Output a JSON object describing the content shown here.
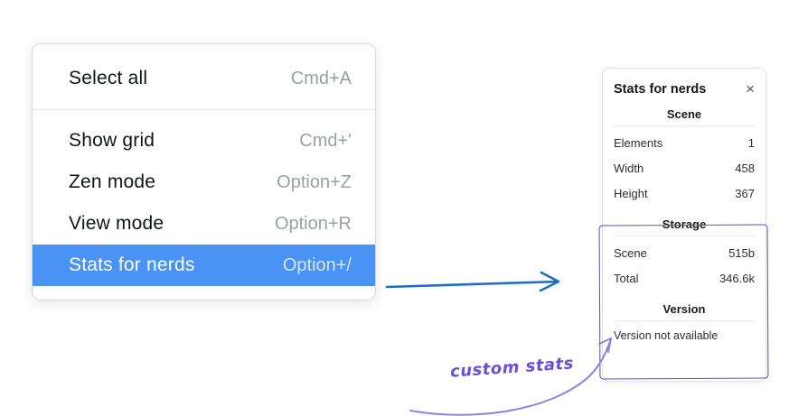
{
  "menu": {
    "items": [
      {
        "label": "Select all",
        "shortcut": "Cmd+A",
        "selected": false
      },
      {
        "label": "Show grid",
        "shortcut": "Cmd+'",
        "selected": false
      },
      {
        "label": "Zen mode",
        "shortcut": "Option+Z",
        "selected": false
      },
      {
        "label": "View mode",
        "shortcut": "Option+R",
        "selected": false
      },
      {
        "label": "Stats for nerds",
        "shortcut": "Option+/",
        "selected": true
      }
    ]
  },
  "panel": {
    "title": "Stats for nerds",
    "close_icon": "×",
    "sections": [
      {
        "heading": "Scene",
        "rows": [
          {
            "label": "Elements",
            "value": "1"
          },
          {
            "label": "Width",
            "value": "458"
          },
          {
            "label": "Height",
            "value": "367"
          }
        ]
      },
      {
        "heading": "Storage",
        "rows": [
          {
            "label": "Scene",
            "value": "515b"
          },
          {
            "label": "Total",
            "value": "346.6k"
          }
        ]
      },
      {
        "heading": "Version",
        "note": "Version not available"
      }
    ]
  },
  "annotation": {
    "label": "custom stats"
  },
  "colors": {
    "menu_highlight": "#4a93f5",
    "menu_selected_text": "#ffffff",
    "shortcut_gray": "#9aa0a6",
    "main_arrow_blue": "#1a6fc4",
    "annotation_purple": "#6b4fd8",
    "rect_purple": "#5b50c8",
    "arrow_purple": "#9180e4"
  }
}
